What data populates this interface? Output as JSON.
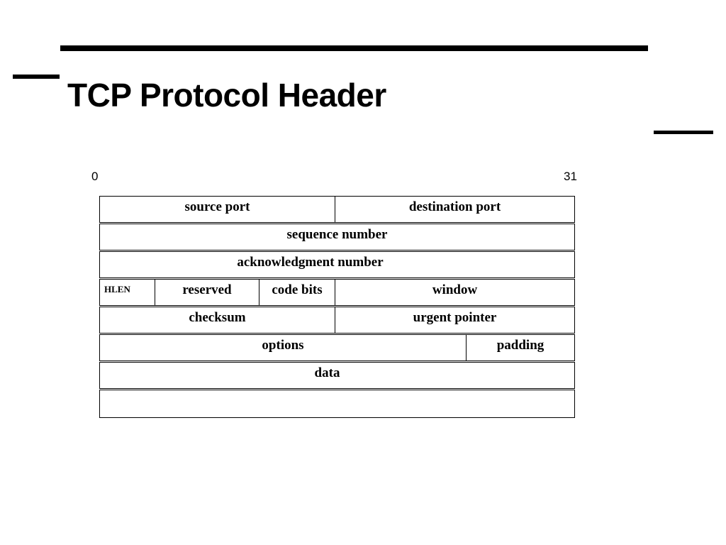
{
  "slide": {
    "title": "TCP Protocol Header"
  },
  "bit_labels": {
    "start": "0",
    "end": "31"
  },
  "rows": [
    {
      "fields": [
        "source port",
        "destination port"
      ]
    },
    {
      "fields": [
        "sequence number"
      ]
    },
    {
      "fields": [
        "acknowledgment number"
      ]
    },
    {
      "fields": [
        "HLEN",
        "reserved",
        "code bits",
        "window"
      ]
    },
    {
      "fields": [
        "checksum",
        "urgent pointer"
      ]
    },
    {
      "fields": [
        "options",
        "padding"
      ]
    },
    {
      "fields": [
        "data"
      ]
    },
    {
      "fields": [
        ""
      ]
    }
  ]
}
